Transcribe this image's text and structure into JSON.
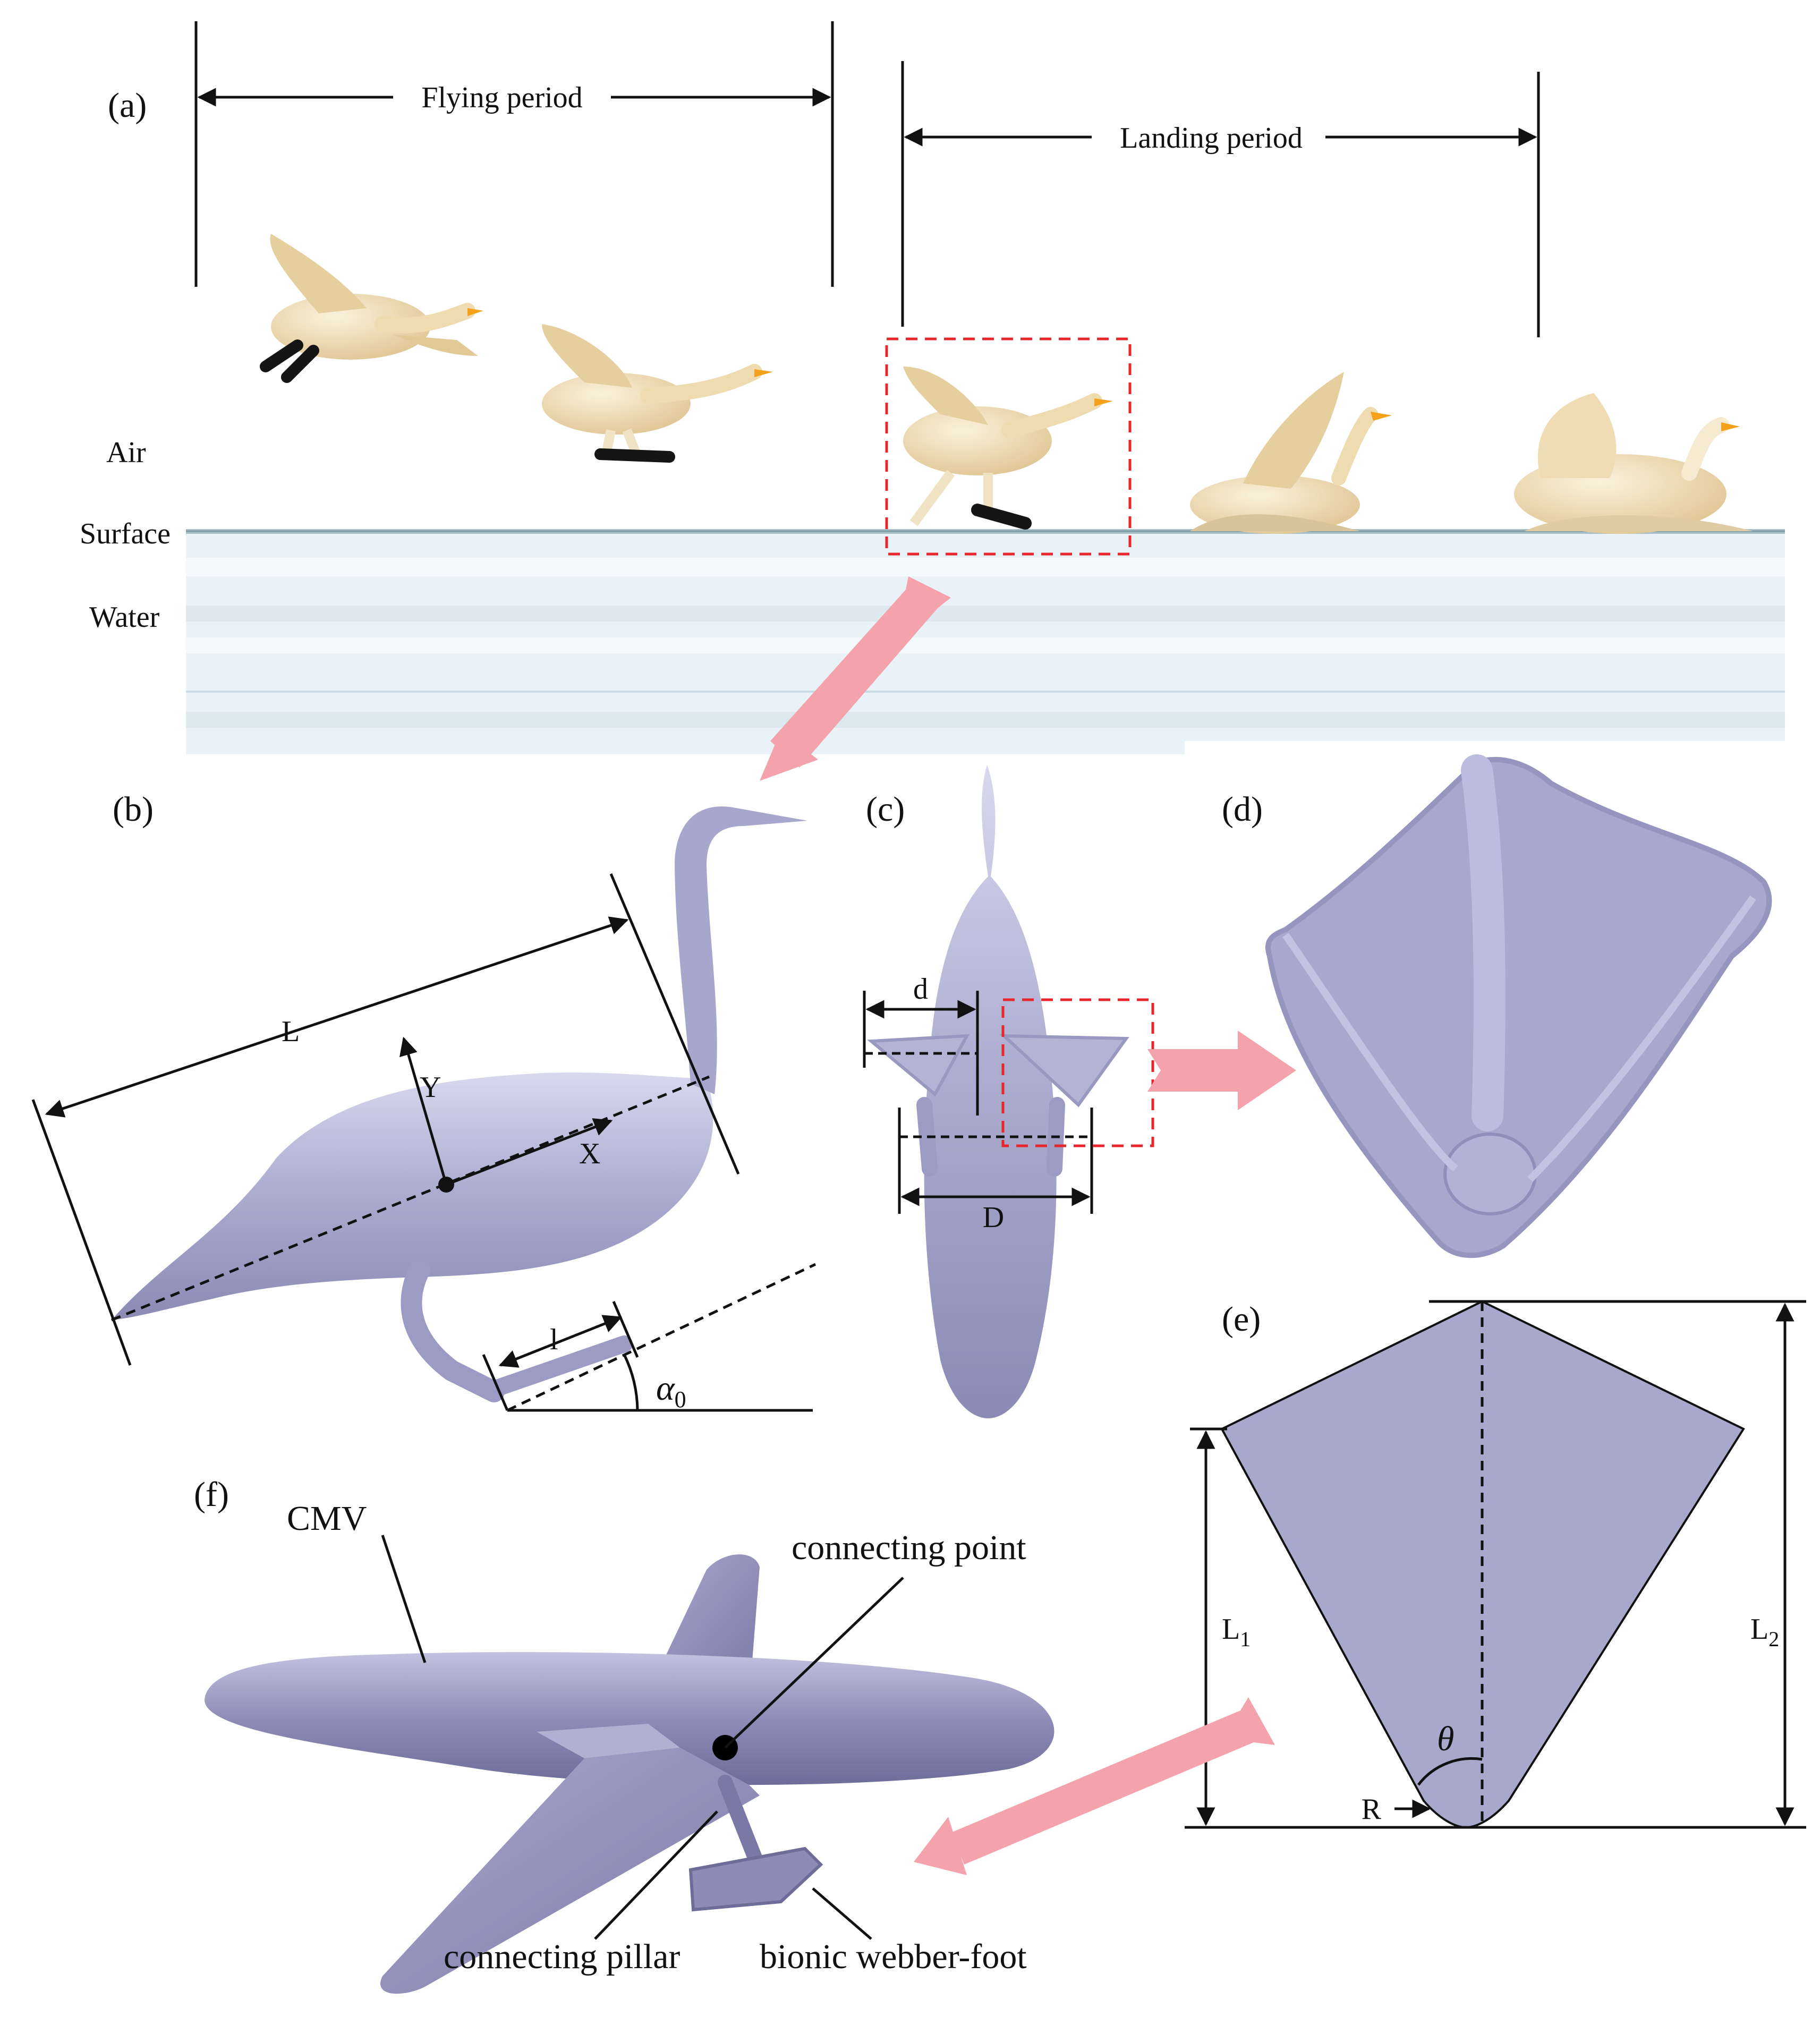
{
  "panels": {
    "a": "(a)",
    "b": "(b)",
    "c": "(c)",
    "d": "(d)",
    "e": "(e)",
    "f": "(f)"
  },
  "periods": {
    "flying": "Flying period",
    "landing": "Landing period"
  },
  "layers": {
    "air": "Air",
    "surface": "Surface",
    "water": "Water"
  },
  "swan_model": {
    "body_length": "L",
    "axis_x": "X",
    "axis_y": "Y",
    "foot_length": "l",
    "angle": "α",
    "angle_subscript": "0"
  },
  "top_view": {
    "foot_width": "d",
    "foot_span": "D"
  },
  "foot_geometry": {
    "l1": "L",
    "l1_sub": "1",
    "l2": "L",
    "l2_sub": "2",
    "theta": "θ",
    "radius": "R"
  },
  "vehicle": {
    "cmv": "CMV",
    "connecting_point": "connecting point",
    "connecting_pillar": "connecting pillar",
    "webbed_foot": "bionic webber-foot"
  },
  "colors": {
    "model": "#a9a9cc",
    "model_dark": "#8c8cb3",
    "aircraft": "#8e8cb6",
    "arrow": "#f4a2ab",
    "highlight_box": "#e8262c",
    "water": "#e6f1f6",
    "swan": "#eedbb0"
  }
}
